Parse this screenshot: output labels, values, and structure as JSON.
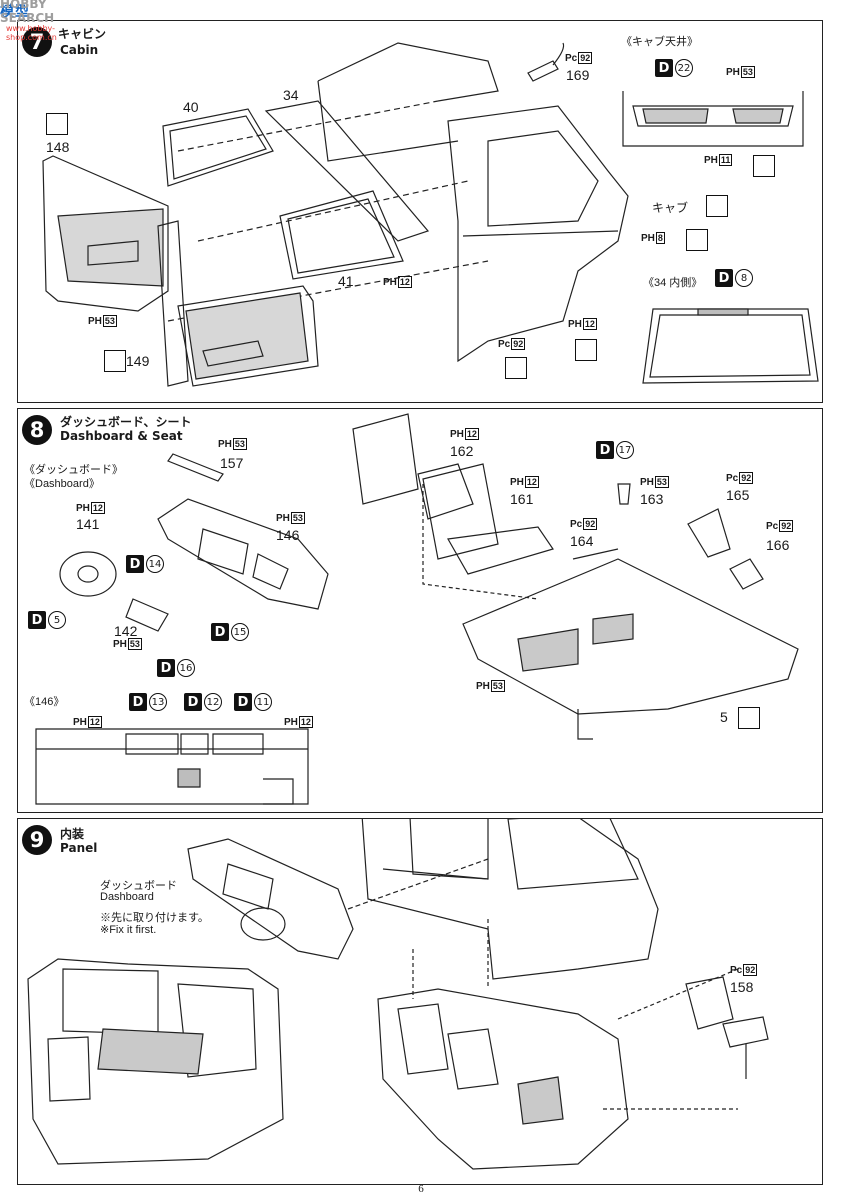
{
  "watermark": {
    "brand_cn": "模型",
    "brand_en": "HOBBY SEARCH",
    "url": "www.hobby-shop.com.cn"
  },
  "page_number": "6",
  "step7": {
    "number": "7",
    "title_jp": "キャビン",
    "title_en": "Cabin",
    "labels": {
      "p40": "40",
      "p34": "34",
      "p148": "148",
      "p149": "149",
      "p41": "41",
      "p169": "169",
      "cab_jp": "キャブ",
      "roof_heading": "《キャブ天井》",
      "windshield_heading": "《34 内側》"
    },
    "paint": {
      "pc92": "Pc 92",
      "ph12": "PH 12",
      "ph53": "PH 53",
      "ph8": "PH 8",
      "ph11": "PH 11"
    },
    "decals": {
      "d22": "22",
      "d8": "8"
    }
  },
  "step8": {
    "number": "8",
    "title_jp": "ダッシュボード、シート",
    "title_en": "Dashboard & Seat",
    "dash_heading_jp": "《ダッシュボード》",
    "dash_heading_en": "《Dashboard》",
    "detail_heading": "《146》",
    "labels": {
      "p141": "141",
      "p142": "142",
      "p146": "146",
      "p157": "157",
      "p161": "161",
      "p162": "162",
      "p163": "163",
      "p164": "164",
      "p165": "165",
      "p166": "166",
      "p5": "5"
    },
    "decals": {
      "d5": "5",
      "d14": "14",
      "d15": "15",
      "d16": "16",
      "d13": "13",
      "d12": "12",
      "d11": "11",
      "d17": "17"
    }
  },
  "step9": {
    "number": "9",
    "title_jp": "内装",
    "title_en": "Panel",
    "dash_note_jp": "ダッシュボード",
    "dash_note_en": "Dashboard",
    "note_jp": "※先に取り付けます。",
    "note_en": "※Fix it first.",
    "labels": {
      "p158": "158"
    }
  },
  "paint_codes": {
    "pc": "Pc",
    "ph": "PH",
    "d": "D",
    "c92": "92",
    "c12": "12",
    "c53": "53",
    "c8": "8",
    "c11": "11"
  }
}
